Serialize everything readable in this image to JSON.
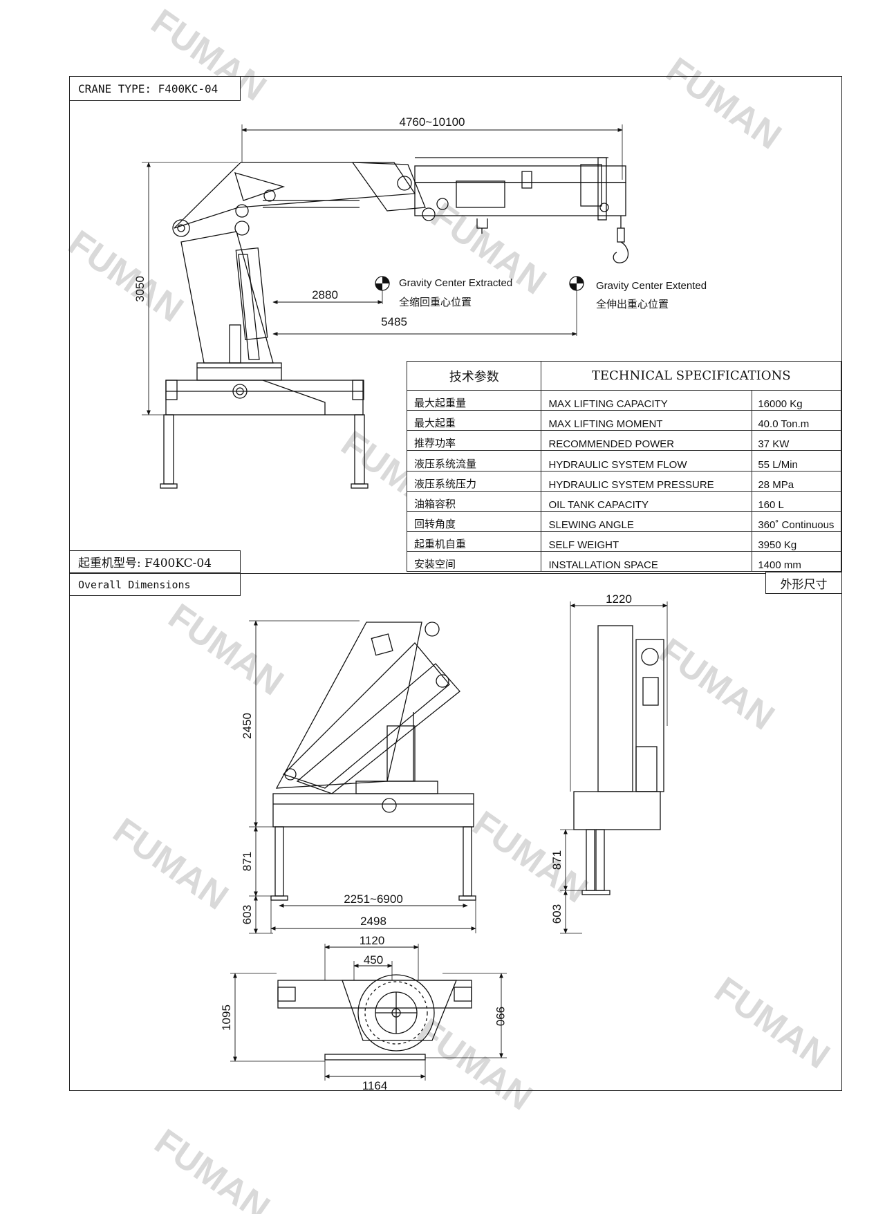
{
  "header": {
    "crane_type_label": "CRANE TYPE: F400KC-04"
  },
  "side_view": {
    "reach_dimension": "4760~10100",
    "height_dimension": "3050",
    "cg_extracted_distance": "2880",
    "cg_extended_distance": "5485",
    "gravity_center_extracted_en": "Gravity Center Extracted",
    "gravity_center_extracted_cn": "全缩回重心位置",
    "gravity_center_extended_en": "Gravity Center Extented",
    "gravity_center_extended_cn": "全伸出重心位置"
  },
  "spec_table": {
    "title_cn": "技术参数",
    "title_en": "TECHNICAL SPECIFICATIONS",
    "rows": [
      {
        "cn": "最大起重量",
        "en": "MAX LIFTING CAPACITY",
        "value": "16000 Kg"
      },
      {
        "cn": "最大起重",
        "en": "MAX LIFTING MOMENT",
        "value": "40.0 Ton.m"
      },
      {
        "cn": "推荐功率",
        "en": "RECOMMENDED POWER",
        "value": "37 KW"
      },
      {
        "cn": "液压系统流量",
        "en": "HYDRAULIC SYSTEM FLOW",
        "value": "55 L/Min"
      },
      {
        "cn": "液压系统压力",
        "en": "HYDRAULIC SYSTEM PRESSURE",
        "value": "28 MPa"
      },
      {
        "cn": "油箱容积",
        "en": "OIL TANK CAPACITY",
        "value": "160 L"
      },
      {
        "cn": "回转角度",
        "en": "SLEWING ANGLE",
        "value": "360˚ Continuous"
      },
      {
        "cn": "起重机自重",
        "en": "SELF WEIGHT",
        "value": "3950 Kg"
      },
      {
        "cn": "安装空间",
        "en": "INSTALLATION SPACE",
        "value": "1400 mm"
      }
    ]
  },
  "model_label_cn": "起重机型号: F400KC-04",
  "overall_dimensions_label": "Overall Dimensions",
  "outline_dims_cn": "外形尺寸",
  "folded_view": {
    "height_upper": "2450",
    "height_leg": "871",
    "height_foot": "603",
    "outrigger_span": "2251~6900",
    "base_width": "2498"
  },
  "end_view": {
    "width": "1220",
    "height_leg": "871",
    "height_foot": "603"
  },
  "top_view": {
    "width_upper": "1120",
    "width_inner": "450",
    "depth_left": "1095",
    "depth_right": "990",
    "width_lower": "1164"
  },
  "watermark": "FUMAN"
}
